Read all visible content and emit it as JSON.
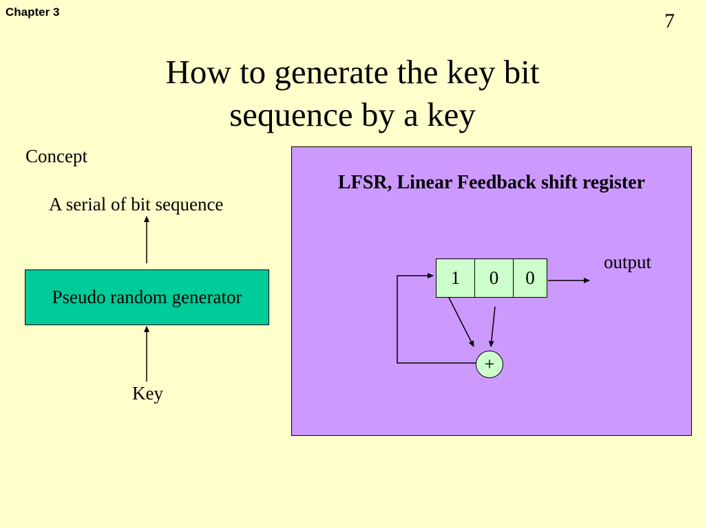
{
  "header": {
    "chapter": "Chapter 3",
    "page_number": "7"
  },
  "title": {
    "line1": "How to generate the key bit",
    "line2": "sequence by a key"
  },
  "concept": {
    "heading": "Concept",
    "output_label": "A serial of bit sequence",
    "generator_label": "Pseudo random generator",
    "input_label": "Key"
  },
  "lfsr": {
    "title": "LFSR, Linear Feedback shift register",
    "cells": [
      "1",
      "0",
      "0"
    ],
    "xor_symbol": "+",
    "output_label": "output"
  },
  "colors": {
    "background": "#FFFFCC",
    "generator_fill": "#00CC99",
    "lfsr_panel": "#CC99FF",
    "register_fill": "#CCFFCC"
  }
}
